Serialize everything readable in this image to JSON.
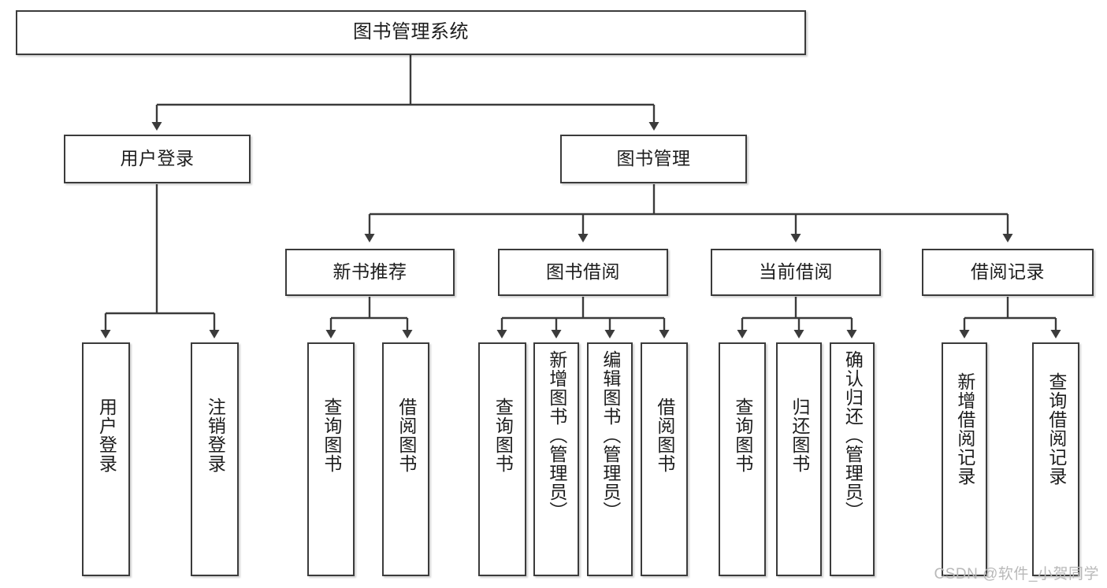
{
  "diagram": {
    "title": "图书管理系统",
    "type": "hierarchy-tree",
    "watermark": "CSDN @软件_小贺同学",
    "colors": {
      "stroke": "#3b3b3b",
      "text": "#1d1d1d",
      "background": "#ffffff",
      "watermark": "#b9b9b9"
    },
    "nodes": {
      "root": {
        "label": "图书管理系统"
      },
      "level2": [
        {
          "label": "用户登录"
        },
        {
          "label": "图书管理"
        }
      ],
      "level3": [
        {
          "label": "新书推荐"
        },
        {
          "label": "图书借阅"
        },
        {
          "label": "当前借阅"
        },
        {
          "label": "借阅记录"
        }
      ],
      "leaves": [
        {
          "label": "用户登录",
          "parent": "用户登录"
        },
        {
          "label": "注销登录",
          "parent": "用户登录"
        },
        {
          "label": "查询图书",
          "parent": "新书推荐"
        },
        {
          "label": "借阅图书",
          "parent": "新书推荐"
        },
        {
          "label": "查询图书",
          "parent": "图书借阅"
        },
        {
          "label": "新增图书（管理员）",
          "parent": "图书借阅"
        },
        {
          "label": "编辑图书（管理员）",
          "parent": "图书借阅"
        },
        {
          "label": "借阅图书",
          "parent": "图书借阅"
        },
        {
          "label": "查询图书",
          "parent": "当前借阅"
        },
        {
          "label": "归还图书",
          "parent": "当前借阅"
        },
        {
          "label": "确认归还（管理员）",
          "parent": "当前借阅"
        },
        {
          "label": "新增借阅记录",
          "parent": "借阅记录"
        },
        {
          "label": "查询借阅记录",
          "parent": "借阅记录"
        }
      ]
    }
  }
}
